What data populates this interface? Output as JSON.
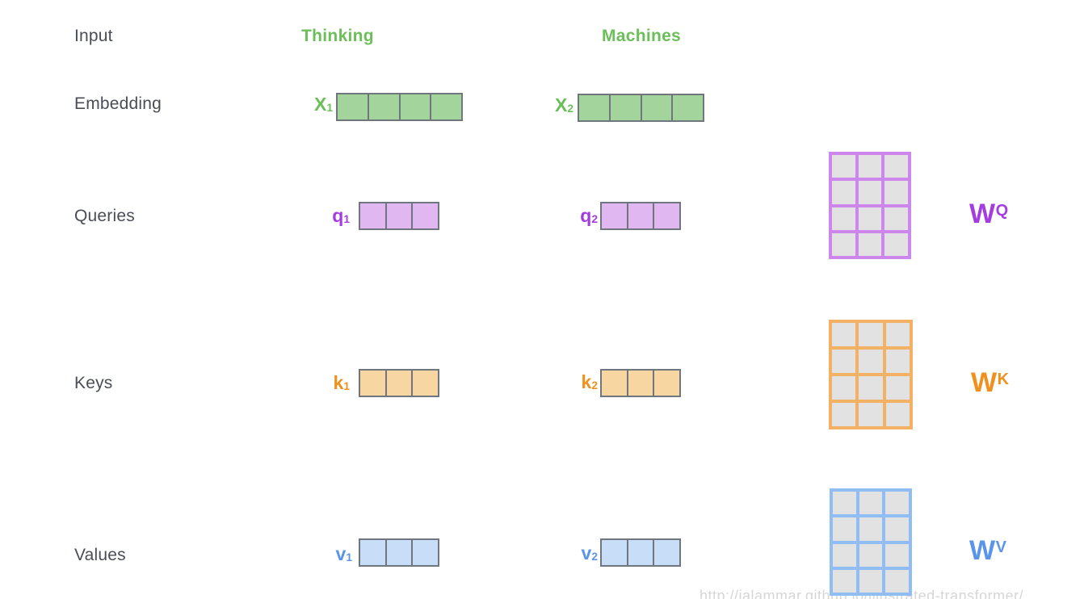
{
  "row_labels": [
    "Input",
    "Embedding",
    "Queries",
    "Keys",
    "Values"
  ],
  "column_headers": [
    {
      "text": "Thinking",
      "color": "#6bbf59"
    },
    {
      "text": "Machines",
      "color": "#6bbf59"
    }
  ],
  "vectors": [
    {
      "id": "x1",
      "label": {
        "base": "X",
        "sub": "1"
      },
      "cells": 4,
      "fill": "#a3d49b",
      "border_color": "#70767e",
      "label_color": "#6bbf59"
    },
    {
      "id": "x2",
      "label": {
        "base": "X",
        "sub": "2"
      },
      "cells": 4,
      "fill": "#a3d49b",
      "border_color": "#70767e",
      "label_color": "#6bbf59"
    },
    {
      "id": "q1",
      "label": {
        "base": "q",
        "sub": "1"
      },
      "cells": 3,
      "fill": "#e0b7f1",
      "border_color": "#70767e",
      "label_color": "#a33de0"
    },
    {
      "id": "q2",
      "label": {
        "base": "q",
        "sub": "2"
      },
      "cells": 3,
      "fill": "#e0b7f1",
      "border_color": "#70767e",
      "label_color": "#a33de0"
    },
    {
      "id": "k1",
      "label": {
        "base": "k",
        "sub": "1"
      },
      "cells": 3,
      "fill": "#f8d6a2",
      "border_color": "#70767e",
      "label_color": "#f0911e"
    },
    {
      "id": "k2",
      "label": {
        "base": "k",
        "sub": "2"
      },
      "cells": 3,
      "fill": "#f8d6a2",
      "border_color": "#70767e",
      "label_color": "#f0911e"
    },
    {
      "id": "v1",
      "label": {
        "base": "v",
        "sub": "1"
      },
      "cells": 3,
      "fill": "#c8def8",
      "border_color": "#70767e",
      "label_color": "#5b95e8"
    },
    {
      "id": "v2",
      "label": {
        "base": "v",
        "sub": "2"
      },
      "cells": 3,
      "fill": "#c8def8",
      "border_color": "#70767e",
      "label_color": "#5b95e8"
    }
  ],
  "matrices": [
    {
      "id": "wq",
      "rows": 4,
      "cols": 3,
      "cell_fill": "#e2e2e3",
      "border_color": "#cd87ec",
      "label": {
        "base": "W",
        "sup": "Q"
      },
      "label_color": "#a33de0"
    },
    {
      "id": "wk",
      "rows": 4,
      "cols": 3,
      "cell_fill": "#e2e2e3",
      "border_color": "#f3b166",
      "label": {
        "base": "W",
        "sup": "K"
      },
      "label_color": "#f0911e"
    },
    {
      "id": "wv",
      "rows": 4,
      "cols": 3,
      "cell_fill": "#e2e2e3",
      "border_color": "#90bdf3",
      "label": {
        "base": "W",
        "sup": "V"
      },
      "label_color": "#5b95e8"
    }
  ],
  "watermark": {
    "text": "http://jalammar.github.io/illustrated-transformer/"
  }
}
